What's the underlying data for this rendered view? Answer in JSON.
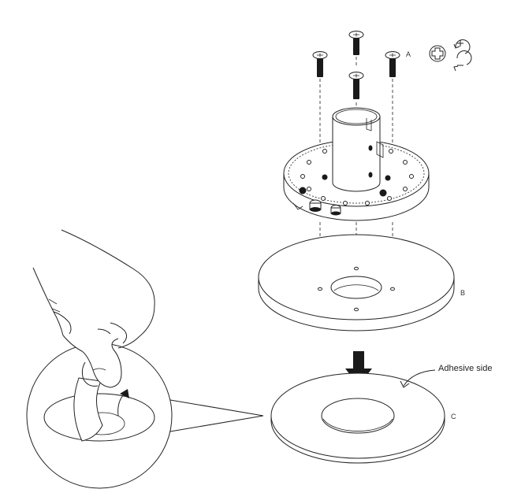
{
  "labels": {
    "screws": "A",
    "plate": "B",
    "pad": "C",
    "adhesive": "Adhesive side"
  },
  "icons": [
    "philips-screwdriver-icon",
    "rotate-clockwise-tighten-icon",
    "rotate-counterclockwise-loosen-icon"
  ],
  "colors": {
    "line": "#222222",
    "fill": "#ffffff",
    "dark": "#1a1a1a"
  }
}
